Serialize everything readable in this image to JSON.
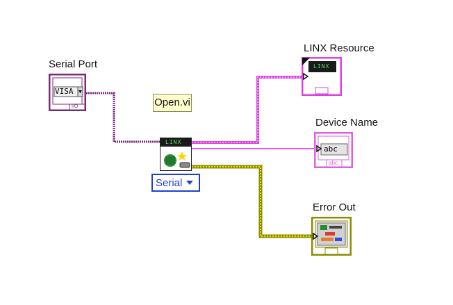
{
  "controls": {
    "serial_port": {
      "label": "Serial Port",
      "value": "VISA",
      "sub": "I/O"
    },
    "vi_name": "Open.vi",
    "linx_icon_text": "LINX",
    "connection_type": {
      "value": "Serial"
    }
  },
  "indicators": {
    "linx_resource": {
      "label": "LINX Resource",
      "badge": "LINX"
    },
    "device_name": {
      "label": "Device Name",
      "value": "abc",
      "sub": "abc"
    },
    "error_out": {
      "label": "Error Out"
    }
  },
  "colors": {
    "visa_wire": "#7b2a7b",
    "linx_wire": "#e040e0",
    "string_wire": "#e060e0",
    "error_wire": "#8c8c00"
  }
}
